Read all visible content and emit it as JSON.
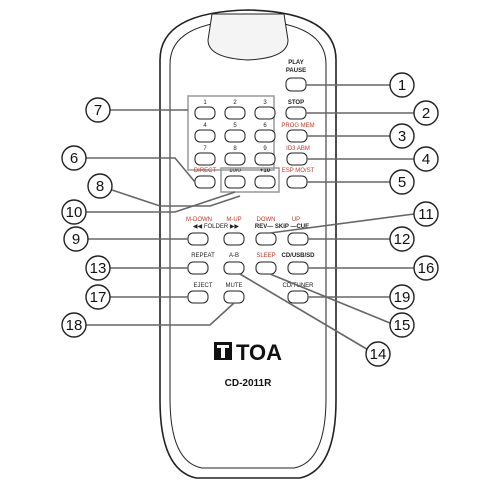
{
  "brand": "TOA",
  "model": "CD-2011R",
  "buttons": {
    "play_pause": [
      "PLAY",
      "PAUSE"
    ],
    "stop": "STOP",
    "prog_mem": "PROG MEM",
    "id3_abm": "ID3 ABM",
    "esp_mo_st": "ESP MO/ST",
    "direct": "DIRECT",
    "ten_zero": "10/0",
    "plus_ten": "+10",
    "digits": [
      "1",
      "2",
      "3",
      "4",
      "5",
      "6",
      "7",
      "8",
      "9"
    ],
    "m_down": "M-DOWN",
    "m_up": "M-UP",
    "folder": "◀◀ FOLDER ▶▶",
    "down": "DOWN",
    "up": "UP",
    "rev_skip_cue": "REV— SKIP —CUE",
    "repeat": "REPEAT",
    "a_b": "A-B",
    "sleep": "SLEEP",
    "cd_usb_sd": "CD/USB/SD",
    "eject": "EJECT",
    "mute": "MUTE",
    "cd_tuner": "CD/TUNER"
  },
  "callouts": [
    "1",
    "2",
    "3",
    "4",
    "5",
    "6",
    "7",
    "8",
    "9",
    "10",
    "11",
    "12",
    "13",
    "14",
    "15",
    "16",
    "17",
    "18",
    "19"
  ]
}
